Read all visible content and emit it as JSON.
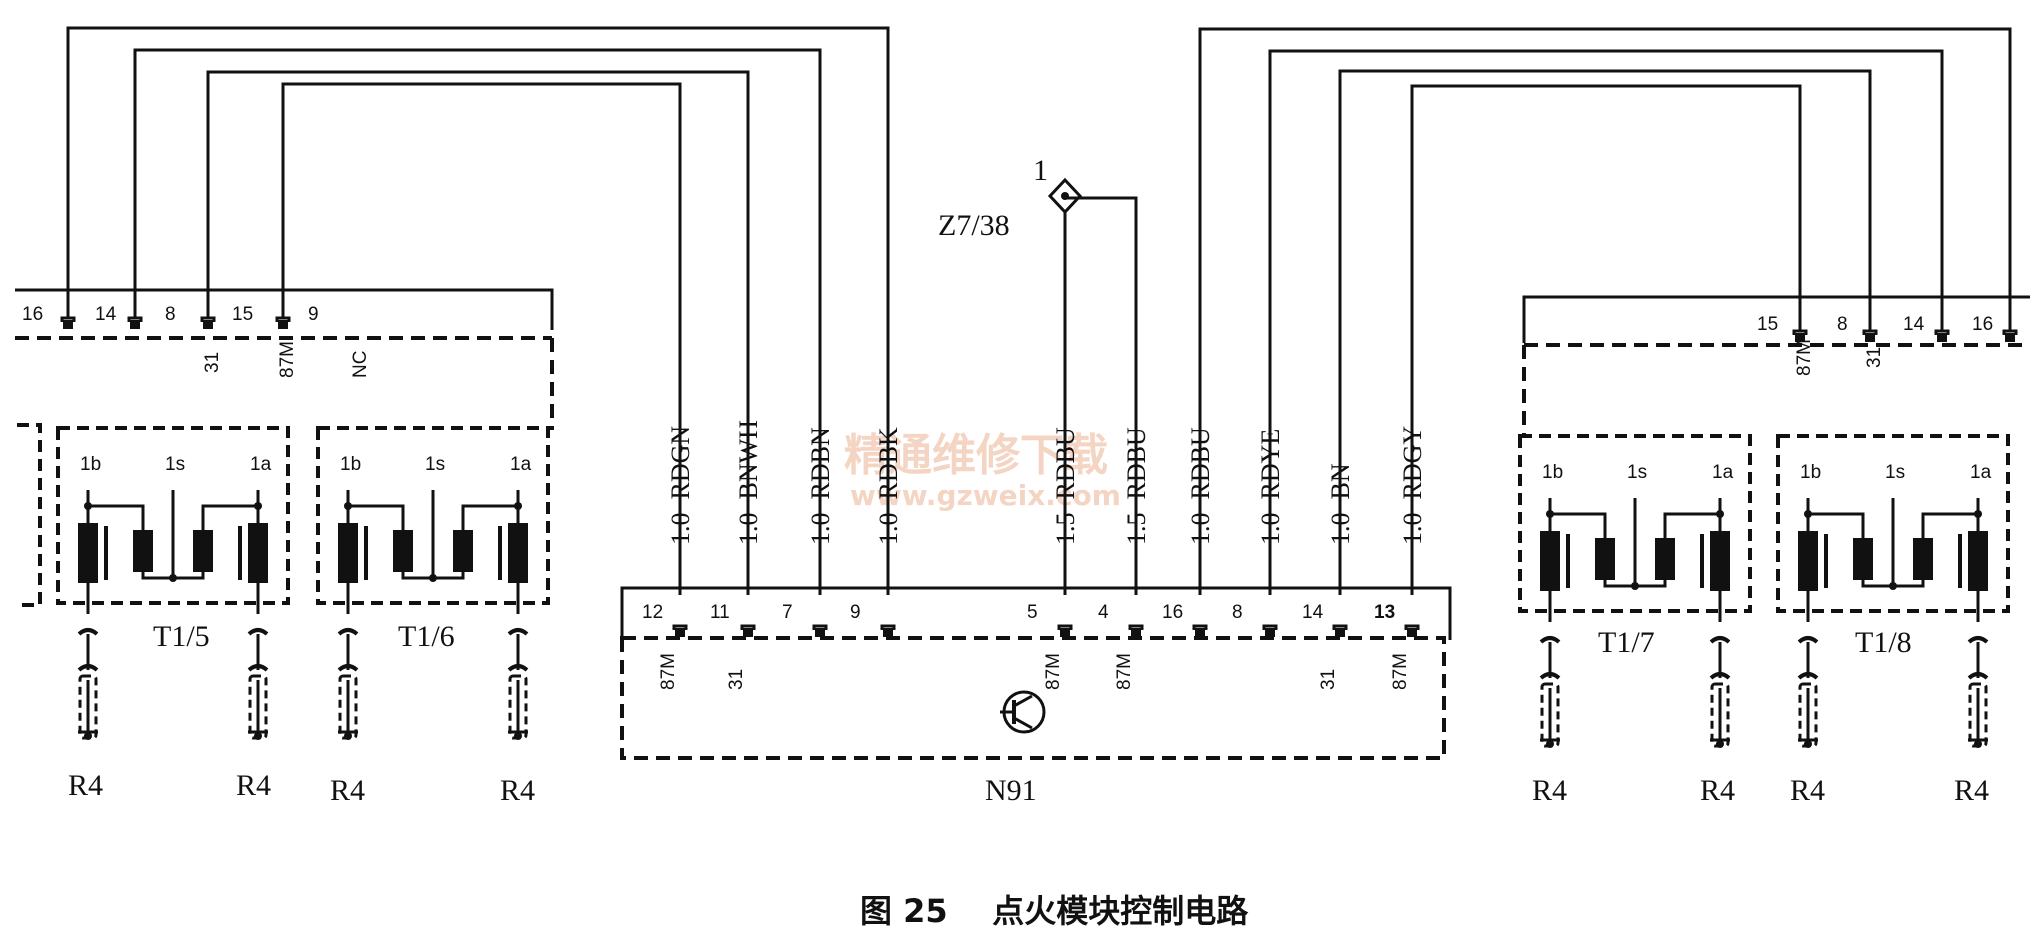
{
  "caption": "图 25    点火模块控制电路",
  "watermark": {
    "title": "精通维修下载",
    "url": "www.gzweix.com"
  },
  "splice": {
    "id": "Z7/38",
    "number": "1"
  },
  "module": {
    "id": "N91"
  },
  "coils": [
    "T1/5",
    "T1/6",
    "T1/7",
    "T1/8"
  ],
  "coil_terminals": [
    "1b",
    "1s",
    "1a"
  ],
  "plug_label": "R4",
  "left_connector": {
    "pins": [
      "16",
      "14",
      "8",
      "15",
      "9"
    ],
    "signals": [
      "31",
      "87M",
      "NC"
    ]
  },
  "right_connector": {
    "pins": [
      "15",
      "8",
      "14",
      "16"
    ],
    "signals": [
      "87M",
      "31"
    ]
  },
  "wires": [
    {
      "label": "1.0  RDGN",
      "pin": "12",
      "signal": "87M"
    },
    {
      "label": "1.0  BNWH",
      "pin": "11",
      "signal": "31"
    },
    {
      "label": "1.0  RDBN",
      "pin": "7",
      "signal": ""
    },
    {
      "label": "1.0  RDBK",
      "pin": "9",
      "signal": ""
    },
    {
      "label": "1.5  RDBU",
      "pin": "5",
      "signal": "87M"
    },
    {
      "label": "1.5  RDBU",
      "pin": "4",
      "signal": "87M"
    },
    {
      "label": "1.0  RDBU",
      "pin": "16",
      "signal": ""
    },
    {
      "label": "1.0  RDYE",
      "pin": "8",
      "signal": ""
    },
    {
      "label": "1.0  BN",
      "pin": "14",
      "signal": "31"
    },
    {
      "label": "1.0  RDGY",
      "pin": "13",
      "signal": "87M"
    }
  ]
}
